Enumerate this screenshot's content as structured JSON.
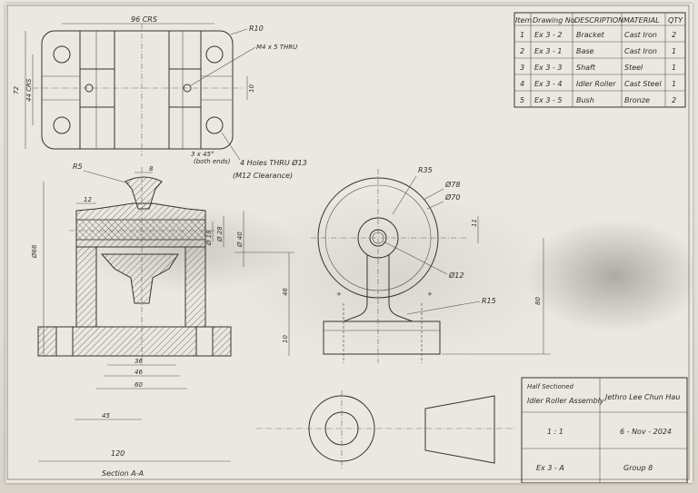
{
  "plan_view": {
    "width_dim": "96 CRS",
    "radius": "R10",
    "hole_note": "M4 x 5 THRU",
    "height_dim_outer": "72",
    "height_dim_inner": "44 CRS",
    "small_dim": "10",
    "chamfer_note": "3 x 45°",
    "chamfer_sub": "(both ends)",
    "holes_note": "4 Holes THRU Ø13",
    "holes_sub": "(M12 Clearance)"
  },
  "section_view": {
    "label": "Section A-A",
    "dim_r5": "R5",
    "dim_8": "8",
    "dim_12": "12",
    "dim_total_height": "Ø66",
    "dim_d18": "Ø 18",
    "dim_d28": "Ø 28",
    "dim_d40": "Ø 40",
    "dim_46": "46",
    "dim_10": "10",
    "dim_36": "36",
    "dim_46b": "46",
    "dim_60": "60",
    "dim_45": "45",
    "dim_120": "120"
  },
  "side_view": {
    "dim_r35": "R35",
    "dim_d78": "Ø78",
    "dim_d70": "Ø70",
    "dim_d12": "Ø12",
    "dim_r15": "R15",
    "dim_11": "11",
    "dim_80": "80"
  },
  "parts_list": {
    "headers": [
      "Item",
      "Drawing No.",
      "DESCRIPTION",
      "MATERIAL",
      "QTY"
    ],
    "rows": [
      [
        "1",
        "Ex 3 - 2",
        "Bracket",
        "Cast Iron",
        "2"
      ],
      [
        "2",
        "Ex 3 - 1",
        "Base",
        "Cast Iron",
        "1"
      ],
      [
        "3",
        "Ex 3 - 3",
        "Shaft",
        "Steel",
        "1"
      ],
      [
        "4",
        "Ex 3 - 4",
        "Idler Roller",
        "Cast Steel",
        "1"
      ],
      [
        "5",
        "Ex 3 - 5",
        "Bush",
        "Bronze",
        "2"
      ]
    ]
  },
  "title_block": {
    "subtitle": "Half Sectioned",
    "title": "Idler Roller Assembly",
    "author": "Jethro Lee Chun Hau",
    "scale": "1 : 1",
    "date": "6 - Nov - 2024",
    "drawing_no": "Ex 3 - A",
    "group": "Group 8"
  }
}
